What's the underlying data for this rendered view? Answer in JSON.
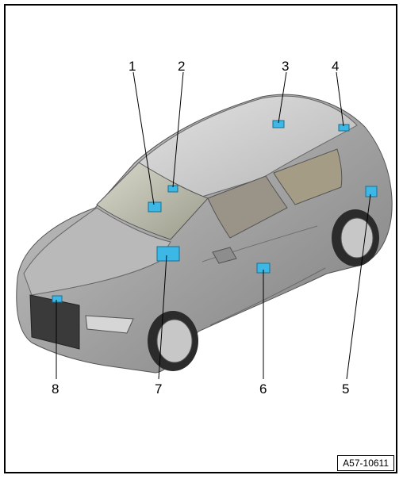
{
  "callouts": {
    "c1": "1",
    "c2": "2",
    "c3": "3",
    "c4": "4",
    "c5": "5",
    "c6": "6",
    "c7": "7",
    "c8": "8"
  },
  "figure_ref": "A57-10611",
  "colors": {
    "car_body": "#a3a3a3",
    "component": "#3cb7e6",
    "outline": "#000000"
  }
}
